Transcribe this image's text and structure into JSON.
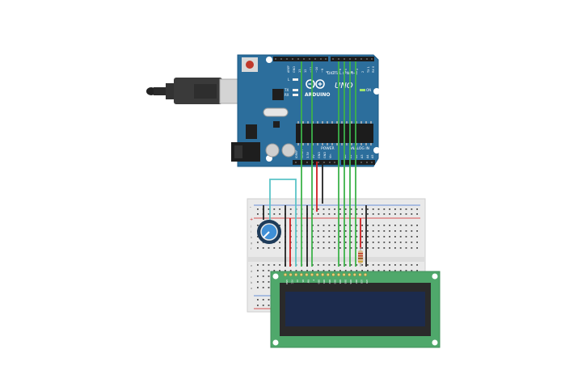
{
  "arduino": {
    "brand": "ARDUINO",
    "model": "UNO",
    "on_label": "ON",
    "tx_label": "TX",
    "rx_label": "RX",
    "l_label": "L",
    "digital_header_label": "DIGITAL (PWM~)",
    "power_header_label": "POWER",
    "analog_header_label": "ANALOG IN",
    "aref_label": "AREF",
    "gnd_label": "GND",
    "digital_pins": [
      "13",
      "12",
      "~11",
      "~10",
      "~9",
      "8",
      "7",
      "~6",
      "~5",
      "4",
      "~3",
      "2",
      "TX 1",
      "RX 0"
    ],
    "power_pins": [
      "IOREF",
      "RESET",
      "3.3V",
      "5V",
      "GND",
      "GND",
      "Vin"
    ],
    "analog_pins": [
      "A0",
      "A1",
      "A2",
      "A3",
      "A4",
      "A5"
    ]
  },
  "breadboard": {
    "row_letters_left": [
      "j",
      "i",
      "h",
      "g",
      "f",
      "e",
      "d",
      "c",
      "b",
      "a"
    ],
    "plus_label": "+",
    "minus_label": "-"
  },
  "lcd": {
    "pin_labels": [
      "GND",
      "VCC",
      "V0",
      "RS",
      "RW",
      "E",
      "DB0",
      "DB1",
      "DB2",
      "DB3",
      "DB4",
      "DB5",
      "DB6",
      "DB7",
      "LED",
      "LED"
    ]
  },
  "colors": {
    "board": "#2c6e9c",
    "breadboard": "#e9e9e9",
    "lcd_pcb": "#4fa86b",
    "lcd_screen": "#1c2b4d",
    "wire_green": "#3db24a",
    "wire_red": "#d02020",
    "wire_black": "#222222",
    "wire_cyan": "#5bc4c8"
  }
}
